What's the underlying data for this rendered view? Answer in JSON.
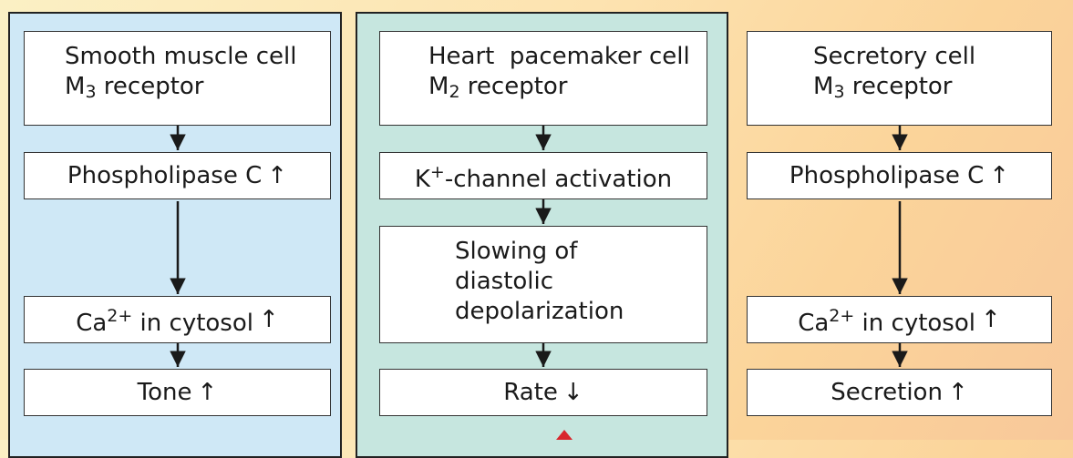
{
  "colors": {
    "smooth_panel": "#cfe8f6",
    "heart_panel": "#c6e6df",
    "red_accent": "#d8262d"
  },
  "smooth": {
    "title_line1": "Smooth muscle cell",
    "receptor_letter": "M",
    "receptor_subscript": "3",
    "receptor_word": " receptor",
    "step1": "Phospholipase C",
    "step2_ion": "Ca",
    "step2_charge": "2+",
    "step2_rest": " in cytosol",
    "effect": "Tone",
    "up_symbol": "↑"
  },
  "heart": {
    "title_line1": "Heart  pacemaker cell",
    "receptor_letter": "M",
    "receptor_subscript": "2",
    "receptor_word": " receptor",
    "step1_ion": "K",
    "step1_charge": "+",
    "step1_rest": "-channel activation",
    "step2_line1": "Slowing of",
    "step2_line2": "diastolic",
    "step2_line3": "depolarization",
    "effect": "Rate",
    "down_symbol": "↓"
  },
  "secretory": {
    "title_line1": "Secretory cell",
    "receptor_letter": "M",
    "receptor_subscript": "3",
    "receptor_word": " receptor",
    "step1": "Phospholipase C",
    "step2_ion": "Ca",
    "step2_charge": "2+",
    "step2_rest": " in cytosol",
    "effect": "Secretion",
    "up_symbol": "↑"
  }
}
